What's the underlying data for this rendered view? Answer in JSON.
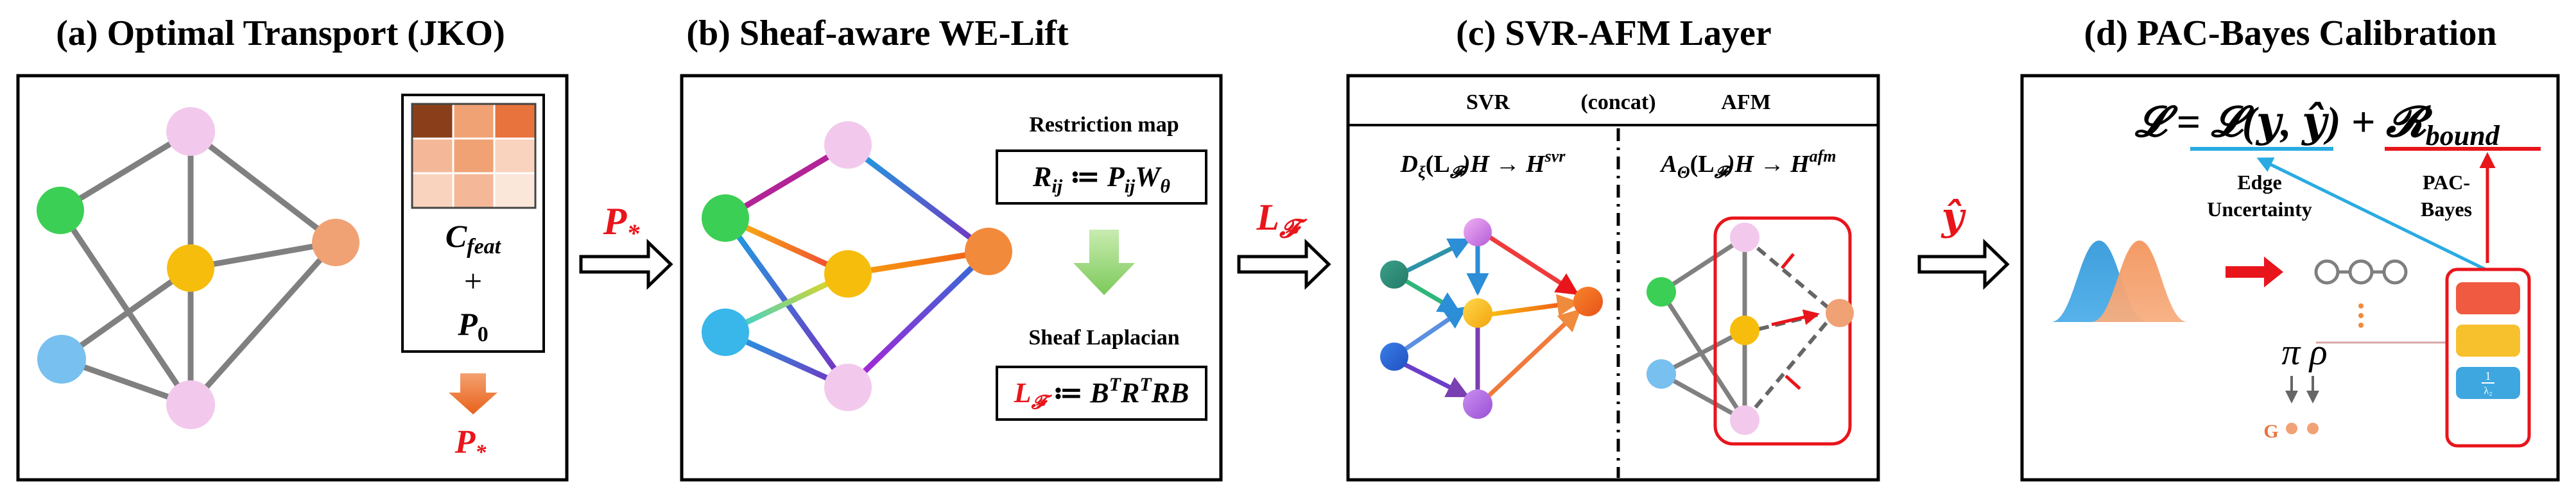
{
  "panels": {
    "a": {
      "title": "(a) Optimal Transport (JKO)",
      "box": {
        "c_feat": "C",
        "c_feat_sub": "feat",
        "plus": "+",
        "p0": "P",
        "p0_sub": "0"
      },
      "output": {
        "p": "P",
        "sub": "*"
      }
    },
    "b": {
      "title": "(b) Sheaf-aware WE-Lift",
      "restriction_label": "Restriction map",
      "restriction_formula": {
        "lhs": "R",
        "lhs_sub": "ij",
        "op": " ≔ ",
        "p": "P",
        "p_sub": "ij",
        "w": "W",
        "w_sub": "θ"
      },
      "laplacian_label": "Sheaf Laplacian",
      "laplacian_formula": {
        "lhs": "L",
        "lhs_sub": "𝓕",
        "op": " ≔ ",
        "rhs": "B",
        "sup1": "T",
        "r": "R",
        "sup2": "T",
        "rest": "RB"
      }
    },
    "c": {
      "title": "(c) SVR-AFM Layer",
      "header_svr": "SVR",
      "header_concat": "(concat)",
      "header_afm": "AFM",
      "formula_svr": {
        "d": "D",
        "d_sub": "ξ",
        "arg": "(L",
        "arg_sub": "𝓕",
        "rest": ")H → H",
        "sup": "svr"
      },
      "formula_afm": {
        "a": "A",
        "a_sub": "Θ",
        "arg": "(L",
        "arg_sub": "𝓕",
        "rest": ")H → H",
        "sup": "afm"
      }
    },
    "d": {
      "title": "(d) PAC-Bayes Calibration",
      "loss": {
        "l": "𝓛",
        "eq": " = ",
        "l2": "𝓛(",
        "y": "𝒚",
        "comma": ", ",
        "yhat": "𝒚̂",
        "close": ")",
        "plus": " + ",
        "r": "𝓡",
        "r_sub": "bound"
      },
      "edge_uncertainty": [
        "Edge",
        "Uncertainty"
      ],
      "pac_bayes": [
        "PAC-",
        "Bayes"
      ],
      "pi_rho": "π ρ",
      "g_label": "G",
      "mini_label": {
        "num": "1",
        "den": "λ₂"
      }
    }
  },
  "arrow_labels": {
    "ab": {
      "p": "P",
      "sub": "*"
    },
    "bc": {
      "l": "L",
      "sub": "𝓕"
    },
    "cd": {
      "y": "𝒚̂"
    }
  },
  "colors": {
    "red": "#e8151b",
    "orange_arrow": "#e8733c",
    "green_arrow": "#8fd16a",
    "blue_arrow": "#29abe2",
    "node_pink": "#f2c9ec",
    "node_green": "#3ccf55",
    "node_blue": "#78c0ef",
    "node_yellow": "#f7bd0d",
    "node_orange": "#f0a274",
    "edge_gray": "#7f7f7f",
    "gauss_blue": "#3f9fdc",
    "gauss_orange": "#f3955e"
  },
  "icons": [
    "hollow-double-arrow-icon",
    "down-arrow-icon",
    "gaussian-curves-icon",
    "chain-icon",
    "stacked-blocks-icon"
  ]
}
